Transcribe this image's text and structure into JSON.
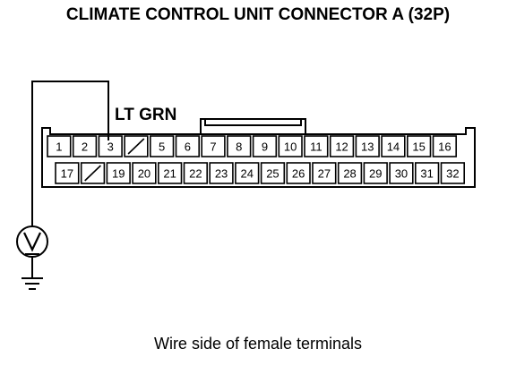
{
  "title": "CLIMATE CONTROL UNIT CONNECTOR A (32P)",
  "wire_color": "LT GRN",
  "caption": "Wire side of female terminals",
  "connector": {
    "top_row": [
      "1",
      "2",
      "3",
      "",
      "5",
      "6",
      "7",
      "8",
      "9",
      "10",
      "11",
      "12",
      "13",
      "14",
      "15",
      "16"
    ],
    "bottom_row": [
      "17",
      "",
      "19",
      "20",
      "21",
      "22",
      "23",
      "24",
      "25",
      "26",
      "27",
      "28",
      "29",
      "30",
      "31",
      "32"
    ],
    "empty_slots": [
      "4",
      "18"
    ],
    "probe_terminal": "3"
  },
  "meter": {
    "type": "voltmeter",
    "symbol": "V"
  },
  "ground": {
    "symbol": "ground"
  }
}
